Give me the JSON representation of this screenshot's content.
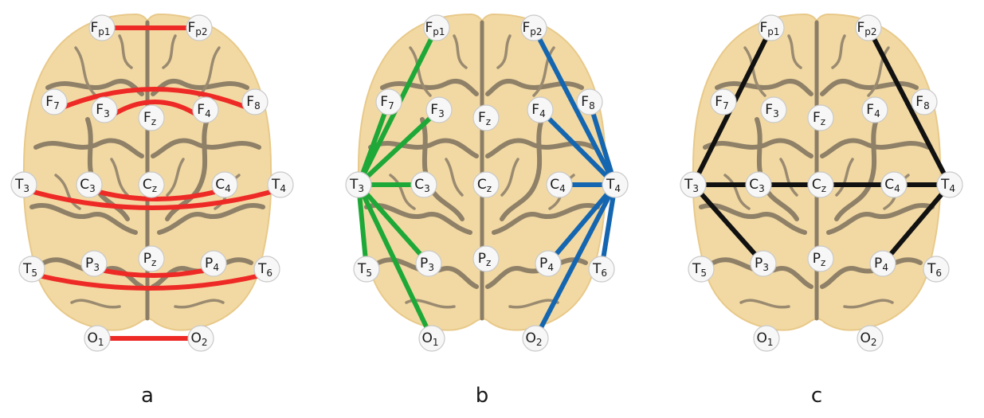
{
  "colors": {
    "panel_a": "#ee2a26",
    "panel_b_left": "#1ea837",
    "panel_b_right": "#1566b0",
    "panel_c": "#111111",
    "brain_fill": "#f2d9a3",
    "sulcus": "#8f8068"
  },
  "electrode_labels": {
    "Fp1": {
      "main": "F",
      "sub": "p1"
    },
    "Fp2": {
      "main": "F",
      "sub": "p2"
    },
    "F7": {
      "main": "F",
      "sub": "7"
    },
    "F3": {
      "main": "F",
      "sub": "3"
    },
    "Fz": {
      "main": "F",
      "sub": "z"
    },
    "F4": {
      "main": "F",
      "sub": "4"
    },
    "F8": {
      "main": "F",
      "sub": "8"
    },
    "T3": {
      "main": "T",
      "sub": "3"
    },
    "C3": {
      "main": "C",
      "sub": "3"
    },
    "Cz": {
      "main": "C",
      "sub": "z"
    },
    "C4": {
      "main": "C",
      "sub": "4"
    },
    "T4": {
      "main": "T",
      "sub": "4"
    },
    "T5": {
      "main": "T",
      "sub": "5"
    },
    "P3": {
      "main": "P",
      "sub": "3"
    },
    "Pz": {
      "main": "P",
      "sub": "z"
    },
    "P4": {
      "main": "P",
      "sub": "4"
    },
    "T6": {
      "main": "T",
      "sub": "6"
    },
    "O1": {
      "main": "O",
      "sub": "1"
    },
    "O2": {
      "main": "O",
      "sub": "2"
    }
  },
  "panels": [
    {
      "caption": "a",
      "connections": [
        {
          "from": "Fp1",
          "to": "Fp2",
          "color": "panel_a"
        },
        {
          "from": "F7",
          "to": "F8",
          "color": "panel_a"
        },
        {
          "from": "F3",
          "to": "F4",
          "color": "panel_a"
        },
        {
          "from": "T3",
          "to": "T4",
          "color": "panel_a"
        },
        {
          "from": "C3",
          "to": "C4",
          "color": "panel_a"
        },
        {
          "from": "T5",
          "to": "T6",
          "color": "panel_a"
        },
        {
          "from": "P3",
          "to": "P4",
          "color": "panel_a"
        },
        {
          "from": "O1",
          "to": "O2",
          "color": "panel_a"
        }
      ]
    },
    {
      "caption": "b",
      "connections": [
        {
          "from": "T3",
          "to": "Fp1",
          "color": "panel_b_left"
        },
        {
          "from": "T3",
          "to": "F7",
          "color": "panel_b_left"
        },
        {
          "from": "T3",
          "to": "F3",
          "color": "panel_b_left"
        },
        {
          "from": "T3",
          "to": "C3",
          "color": "panel_b_left"
        },
        {
          "from": "T3",
          "to": "T5",
          "color": "panel_b_left"
        },
        {
          "from": "T3",
          "to": "P3",
          "color": "panel_b_left"
        },
        {
          "from": "T3",
          "to": "O1",
          "color": "panel_b_left"
        },
        {
          "from": "T4",
          "to": "Fp2",
          "color": "panel_b_right"
        },
        {
          "from": "T4",
          "to": "F8",
          "color": "panel_b_right"
        },
        {
          "from": "T4",
          "to": "F4",
          "color": "panel_b_right"
        },
        {
          "from": "T4",
          "to": "C4",
          "color": "panel_b_right"
        },
        {
          "from": "T4",
          "to": "T6",
          "color": "panel_b_right"
        },
        {
          "from": "T4",
          "to": "P4",
          "color": "panel_b_right"
        },
        {
          "from": "T4",
          "to": "O2",
          "color": "panel_b_right"
        }
      ]
    },
    {
      "caption": "c",
      "connections": [
        {
          "from": "T3",
          "to": "Fp1",
          "color": "panel_c"
        },
        {
          "from": "T4",
          "to": "Fp2",
          "color": "panel_c"
        },
        {
          "from": "T3",
          "to": "T4",
          "color": "panel_c"
        },
        {
          "from": "T3",
          "to": "P3",
          "color": "panel_c"
        },
        {
          "from": "T4",
          "to": "P4",
          "color": "panel_c"
        }
      ]
    }
  ]
}
